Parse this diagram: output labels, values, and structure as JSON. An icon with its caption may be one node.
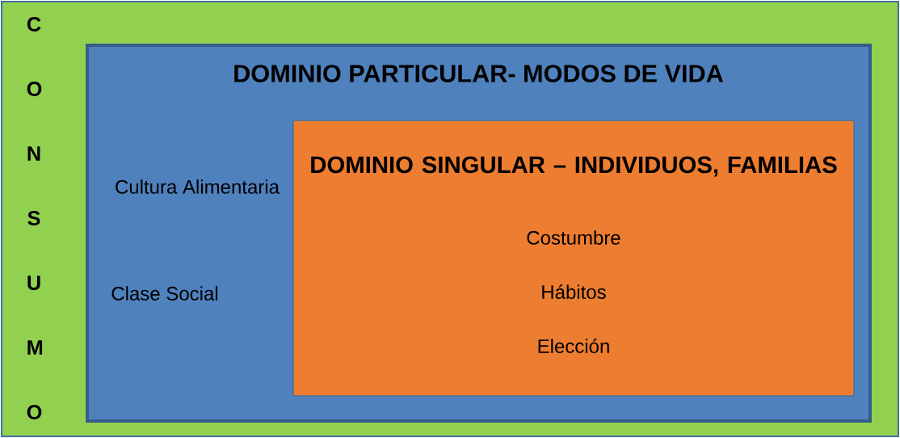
{
  "diagram": {
    "nodes": [
      {
        "text": [
          "C O N S U M O"
        ]
      },
      {
        "text": [
          "DOMINIO PARTICULAR- MODOS DE VIDA",
          "Cultura Alimentaria",
          "Clase Social"
        ],
        "in": 0
      },
      {
        "text": [
          "DOMINIO SINGULAR – INDIVIDUOS, FAMILIAS",
          "Costumbre",
          "Hábitos",
          "Elección"
        ],
        "in": 1
      }
    ]
  }
}
